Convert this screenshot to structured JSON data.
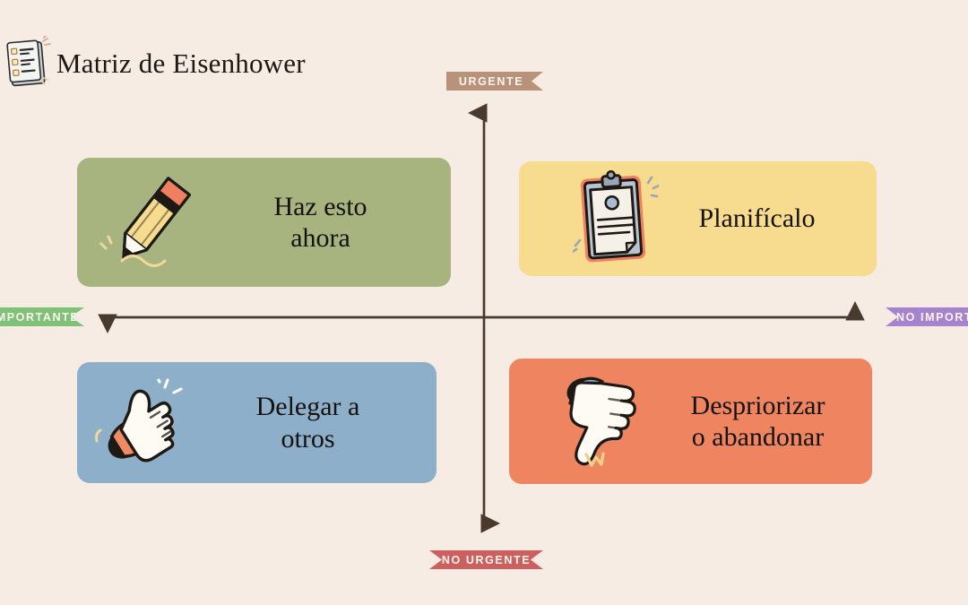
{
  "header": {
    "title": "Matriz de Eisenhower",
    "icon": "clipboard-checklist-icon"
  },
  "axes": {
    "vertical_top_label": "URGENTE",
    "vertical_bottom_label": "NO URGENTE",
    "horizontal_left_label": "IMPORTANTE",
    "horizontal_right_label": "NO IMPORTANTE",
    "axis_color": "#4a3a2e",
    "ribbon_colors": {
      "urgente": "#b9927c",
      "no_urgente": "#cc6060",
      "importante": "#7ec177",
      "no_importante": "#a583cf"
    }
  },
  "quadrants": [
    {
      "id": "urgent-important",
      "label": "Haz esto ahora",
      "line1": "Haz esto",
      "line2": "ahora",
      "icon": "pencil-icon",
      "color": "#a8b480"
    },
    {
      "id": "not-urgent-important",
      "label": "Planifícalo",
      "line1": "Planifícalo",
      "line2": "",
      "icon": "clipboard-icon",
      "color": "#f7db8e"
    },
    {
      "id": "urgent-not-important",
      "label": "Delegar a otros",
      "line1": "Delegar a",
      "line2": "otros",
      "icon": "pointing-hand-icon",
      "color": "#8dafca"
    },
    {
      "id": "not-urgent-not-important",
      "label": "Despriorizar o abandonar",
      "line1": "Despriorizar",
      "line2": "o abandonar",
      "icon": "thumbs-down-icon",
      "color": "#ee8560"
    }
  ],
  "background_color": "#f7ece3"
}
